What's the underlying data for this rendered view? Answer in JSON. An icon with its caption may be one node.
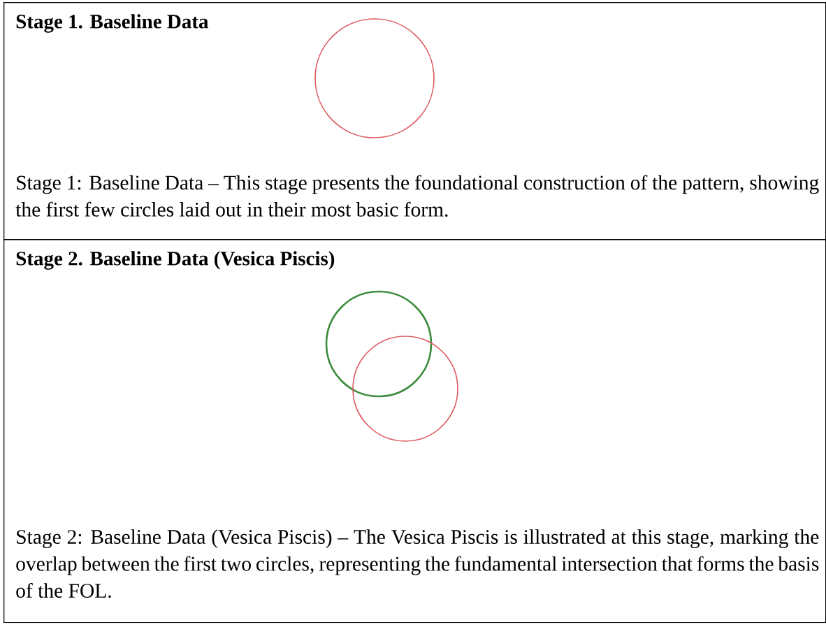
{
  "diagram": {
    "nodes": [
      {
        "text": [
          "Stage 1. Baseline Data",
          "Stage 1: Baseline Data – This stage presents the foundational construction of the pattern, showing the first few circles laid out in their most basic form."
        ]
      },
      {
        "text": [],
        "shape": "circle",
        "in": 0
      },
      {
        "text": [
          "Stage 2. Baseline Data (Vesica Piscis)",
          "Stage 2: Baseline Data (Vesica Piscis) – The Vesica Piscis is illustrated at this stage, marking the overlap between the first two circles, representing the fundamental intersection that forms the basis of the FOL."
        ]
      },
      {
        "text": [],
        "shape": "circle",
        "in": 2
      },
      {
        "text": [],
        "shape": "circle",
        "in": 2
      }
    ]
  }
}
